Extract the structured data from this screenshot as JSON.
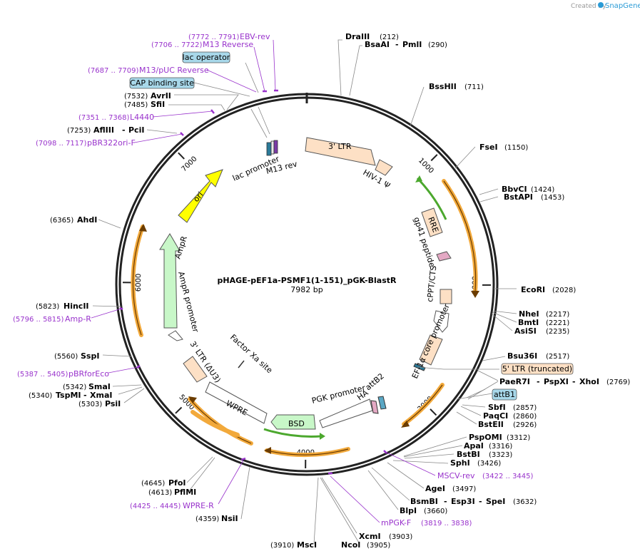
{
  "credit": {
    "created_by": "Created by",
    "brand": "SnapGene"
  },
  "plasmid": {
    "name": "pHAGE-pEF1a-PSMF1(1-151)_pGK-BlastR",
    "size": "7982 bp"
  },
  "ticks": [
    {
      "label": "1000",
      "bp": 1000
    },
    {
      "label": "2000",
      "bp": 2000
    },
    {
      "label": "3000",
      "bp": 3000
    },
    {
      "label": "4000",
      "bp": 4000
    },
    {
      "label": "5000",
      "bp": 5000
    },
    {
      "label": "6000",
      "bp": 6000
    },
    {
      "label": "7000",
      "bp": 7000
    }
  ],
  "sites": [
    {
      "name": "DraIII",
      "pos": "(212)"
    },
    {
      "name": "BsaAI",
      "name2": "PmlI",
      "pos": "(290)"
    },
    {
      "name": "BssHII",
      "pos": "(711)"
    },
    {
      "name": "FseI",
      "pos": "(1150)"
    },
    {
      "name": "BbvCI",
      "pos": "(1424)"
    },
    {
      "name": "BstAPI",
      "pos": "(1453)"
    },
    {
      "name": "EcoRI",
      "pos": "(2028)"
    },
    {
      "name": "NheI",
      "pos": "(2217)"
    },
    {
      "name": "BmtI",
      "pos": "(2221)"
    },
    {
      "name": "AsiSI",
      "pos": "(2235)"
    },
    {
      "name": "Bsu36I",
      "pos": "(2517)"
    },
    {
      "name": "PaeR7I",
      "name2": "PspXI",
      "name3": "XhoI",
      "pos": "(2769)"
    },
    {
      "name": "SbfI",
      "pos": "(2857)"
    },
    {
      "name": "PaqCI",
      "pos": "(2860)"
    },
    {
      "name": "BstEII",
      "pos": "(2926)"
    },
    {
      "name": "PspOMI",
      "pos": "(3312)"
    },
    {
      "name": "ApaI",
      "pos": "(3316)"
    },
    {
      "name": "BstBI",
      "pos": "(3323)"
    },
    {
      "name": "SphI",
      "pos": "(3426)"
    },
    {
      "name": "AgeI",
      "pos": "(3497)"
    },
    {
      "name": "BsmBI",
      "name2": "Esp3I",
      "name3": "SpeI",
      "pos": "(3632)"
    },
    {
      "name": "BlpI",
      "pos": "(3660)"
    },
    {
      "name": "XcmI",
      "pos": "(3903)"
    },
    {
      "name": "NcoI",
      "pos": "(3905)"
    },
    {
      "name": "MscI",
      "pos": "(3910)"
    },
    {
      "name": "NsiI",
      "pos": "(4359)"
    },
    {
      "name": "PflMI",
      "pos": "(4613)"
    },
    {
      "name": "PfoI",
      "pos": "(4645)"
    },
    {
      "name": "PsiI",
      "pos": "(5303)"
    },
    {
      "name": "TspMI",
      "name2": "XmaI",
      "pos": "(5340)"
    },
    {
      "name": "SmaI",
      "pos": "(5342)"
    },
    {
      "name": "SspI",
      "pos": "(5560)"
    },
    {
      "name": "HincII",
      "pos": "(5823)"
    },
    {
      "name": "AhdI",
      "pos": "(6365)"
    },
    {
      "name": "AflIII",
      "name2": "PciI",
      "pos": "(7253)"
    },
    {
      "name": "SfiI",
      "pos": "(7485)"
    },
    {
      "name": "AvrII",
      "pos": "(7532)"
    }
  ],
  "primers": [
    {
      "name": "EBV-rev",
      "pos": "(7772 .. 7791)"
    },
    {
      "name": "M13 Reverse",
      "pos": "(7706 .. 7722)"
    },
    {
      "name": "M13/pUC Reverse",
      "pos": "(7687 .. 7709)"
    },
    {
      "name": "L4440",
      "pos": "(7351 .. 7368)"
    },
    {
      "name": "pBR322ori-F",
      "pos": "(7098 .. 7117)"
    },
    {
      "name": "MSCV-rev",
      "pos": "(3422 .. 3445)"
    },
    {
      "name": "mPGK-F",
      "pos": "(3819 .. 3838)"
    },
    {
      "name": "WPRE-R",
      "pos": "(4425 .. 4445)"
    },
    {
      "name": "pBRforEco",
      "pos": "(5387 .. 5405)"
    },
    {
      "name": "Amp-R",
      "pos": "(5796 .. 5815)"
    }
  ],
  "boxed_features": {
    "lac_operator": "lac operator",
    "cap_site": "CAP binding site",
    "ltr_truncated": "5' LTR (truncated)",
    "attb1": "attB1"
  },
  "features": {
    "ltr3": "3' LTR",
    "hiv_psi": "HIV-1 Ψ",
    "rre": "RRE",
    "gp41": "gp41 peptide",
    "cppt": "cPPT/CTS",
    "ef1a": "EF-1α core promoter",
    "attb2": "attB2",
    "ha": "HA",
    "pgk": "PGK promoter",
    "bsd": "BSD",
    "wpre": "WPRE",
    "ltr3_du3": "3' LTR (ΔU3)",
    "factor_xa": "Factor Xa site",
    "ampr_promoter": "AmpR promoter",
    "ampr": "AmpR",
    "ori": "ori",
    "lac_promoter": "lac promoter",
    "m13_rev": "M13 rev"
  },
  "colors": {
    "ltr": "#fde0c5",
    "green_feature": "#c8f7c8",
    "ori": "#ffff00",
    "operator": "#a8d8ea",
    "primer": "#9933cc",
    "orange_orf": "#f2a93b"
  }
}
